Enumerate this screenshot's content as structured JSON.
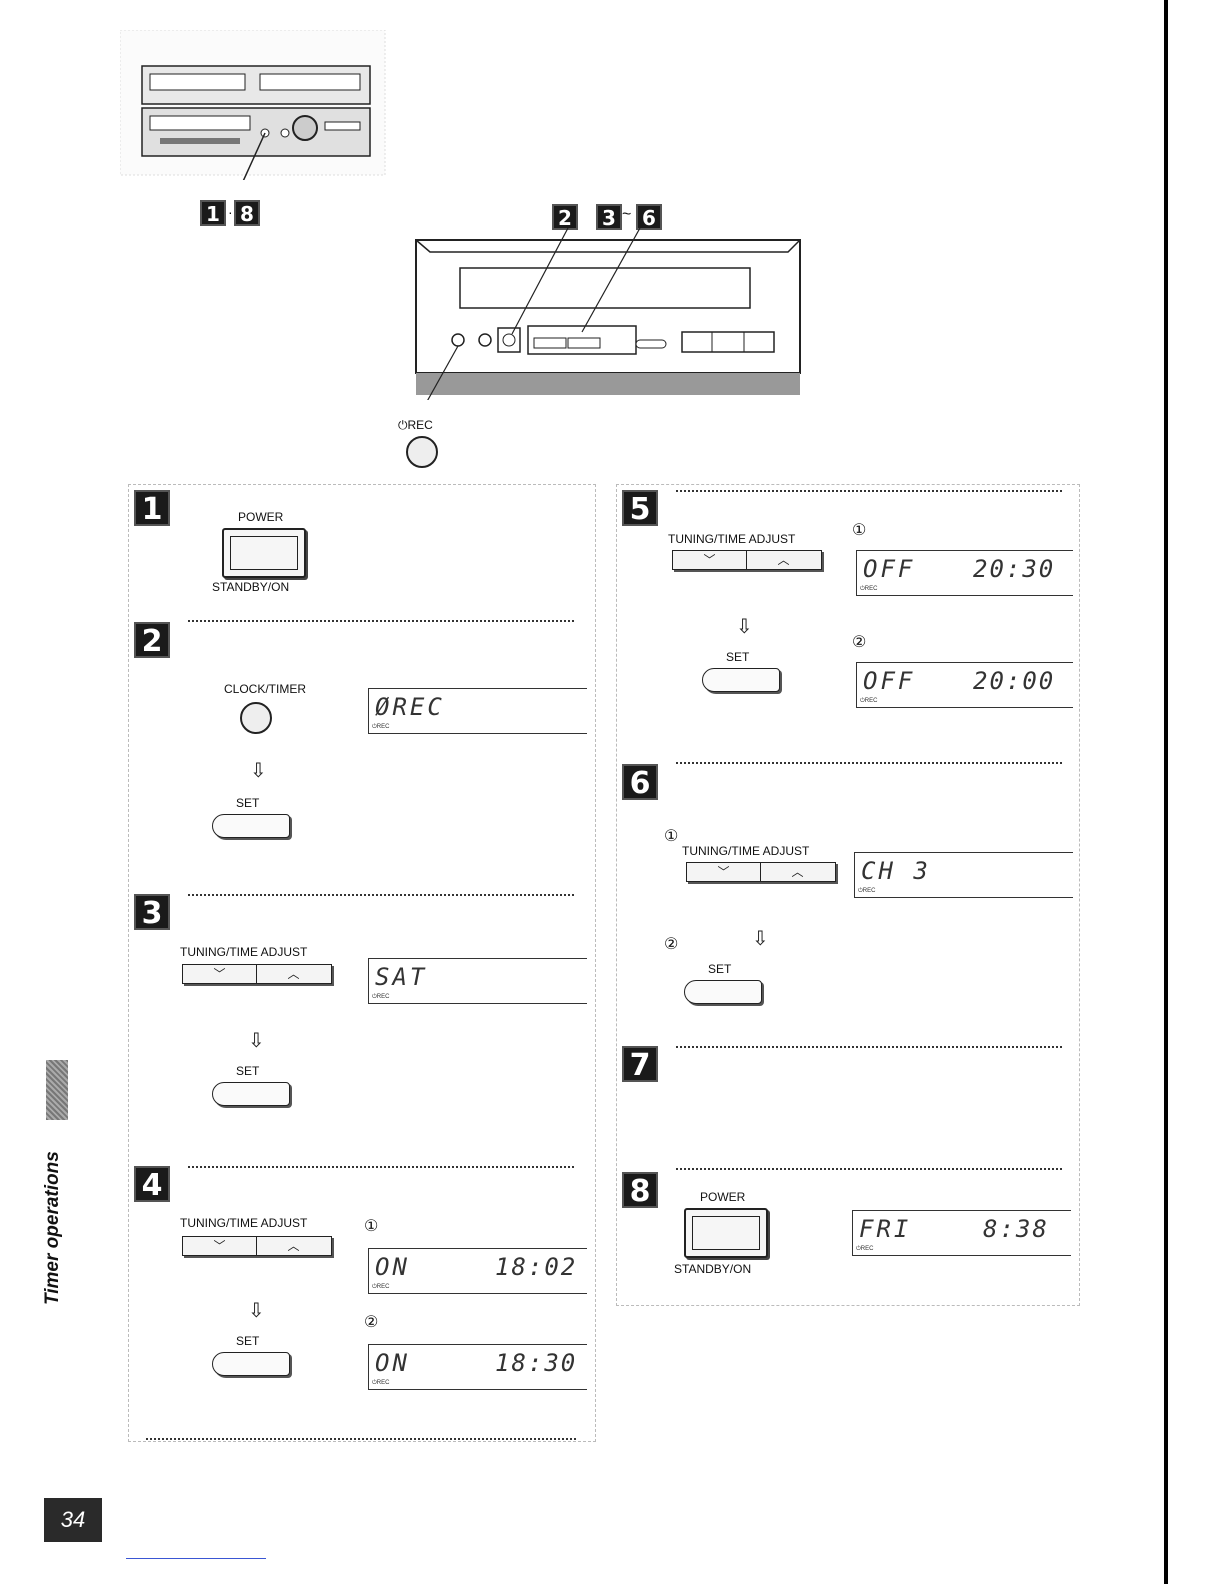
{
  "page": {
    "section_title": "Timer operations",
    "page_number": "34",
    "callouts": {
      "top_left": [
        "1",
        "8"
      ],
      "middle": [
        "2",
        "3",
        "6"
      ],
      "separator_dot": "·",
      "separator_tilde": "~"
    },
    "rec_label": "⏻REC"
  },
  "steps": [
    {
      "num": "1",
      "power": "POWER",
      "standby": "STANDBY/ON"
    },
    {
      "num": "2",
      "clock_timer": "CLOCK/TIMER",
      "set": "SET",
      "display": "ØREC",
      "display_small": "⏻REC"
    },
    {
      "num": "3",
      "tuning": "TUNING/TIME ADJUST",
      "set": "SET",
      "display": "SAT",
      "display_small": "⏻REC"
    },
    {
      "num": "4",
      "tuning": "TUNING/TIME ADJUST",
      "set": "SET",
      "sub1": "①",
      "sub2": "②",
      "display1_main": "ON",
      "display1_time": "18:02",
      "display2_main": "ON",
      "display2_time": "18:30",
      "display_small": "⏻REC"
    },
    {
      "num": "5",
      "tuning": "TUNING/TIME ADJUST",
      "set": "SET",
      "sub1": "①",
      "sub2": "②",
      "display1_main": "OFF",
      "display1_time": "20:30",
      "display2_main": "OFF",
      "display2_time": "20:00",
      "display_small": "⏻REC"
    },
    {
      "num": "6",
      "tuning": "TUNING/TIME ADJUST",
      "set": "SET",
      "sub1": "①",
      "sub2": "②",
      "display_main": "CH 3",
      "display_small": "⏻REC"
    },
    {
      "num": "7"
    },
    {
      "num": "8",
      "power": "POWER",
      "standby": "STANDBY/ON",
      "display_main": "FRI",
      "display_time": "8:38",
      "display_small": "⏻REC"
    }
  ],
  "glyphs": {
    "down": "﹀",
    "up": "︿",
    "arrow": "⇩"
  }
}
